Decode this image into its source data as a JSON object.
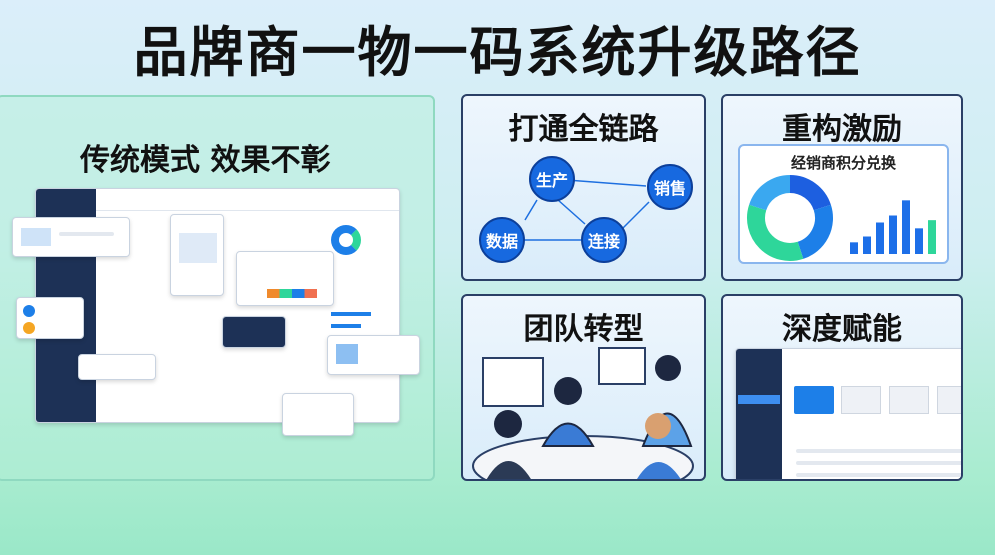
{
  "title": "品牌商一物一码系统升级路径",
  "left_panel": {
    "heading": "传统模式  效果不彰"
  },
  "cards": [
    {
      "heading": "打通全链路",
      "nodes": [
        "生产",
        "销售",
        "数据",
        "连接"
      ]
    },
    {
      "heading": "重构激励",
      "widget_title": "经销商积分兑换",
      "bars": [
        100,
        150,
        270,
        330,
        460,
        220,
        290
      ],
      "donut": [
        20,
        25,
        35,
        20
      ]
    },
    {
      "heading": "团队转型"
    },
    {
      "heading": "深度赋能"
    }
  ],
  "colors": {
    "accent": "#1769e0",
    "green": "#2ed69a",
    "navy": "#1d3156"
  }
}
